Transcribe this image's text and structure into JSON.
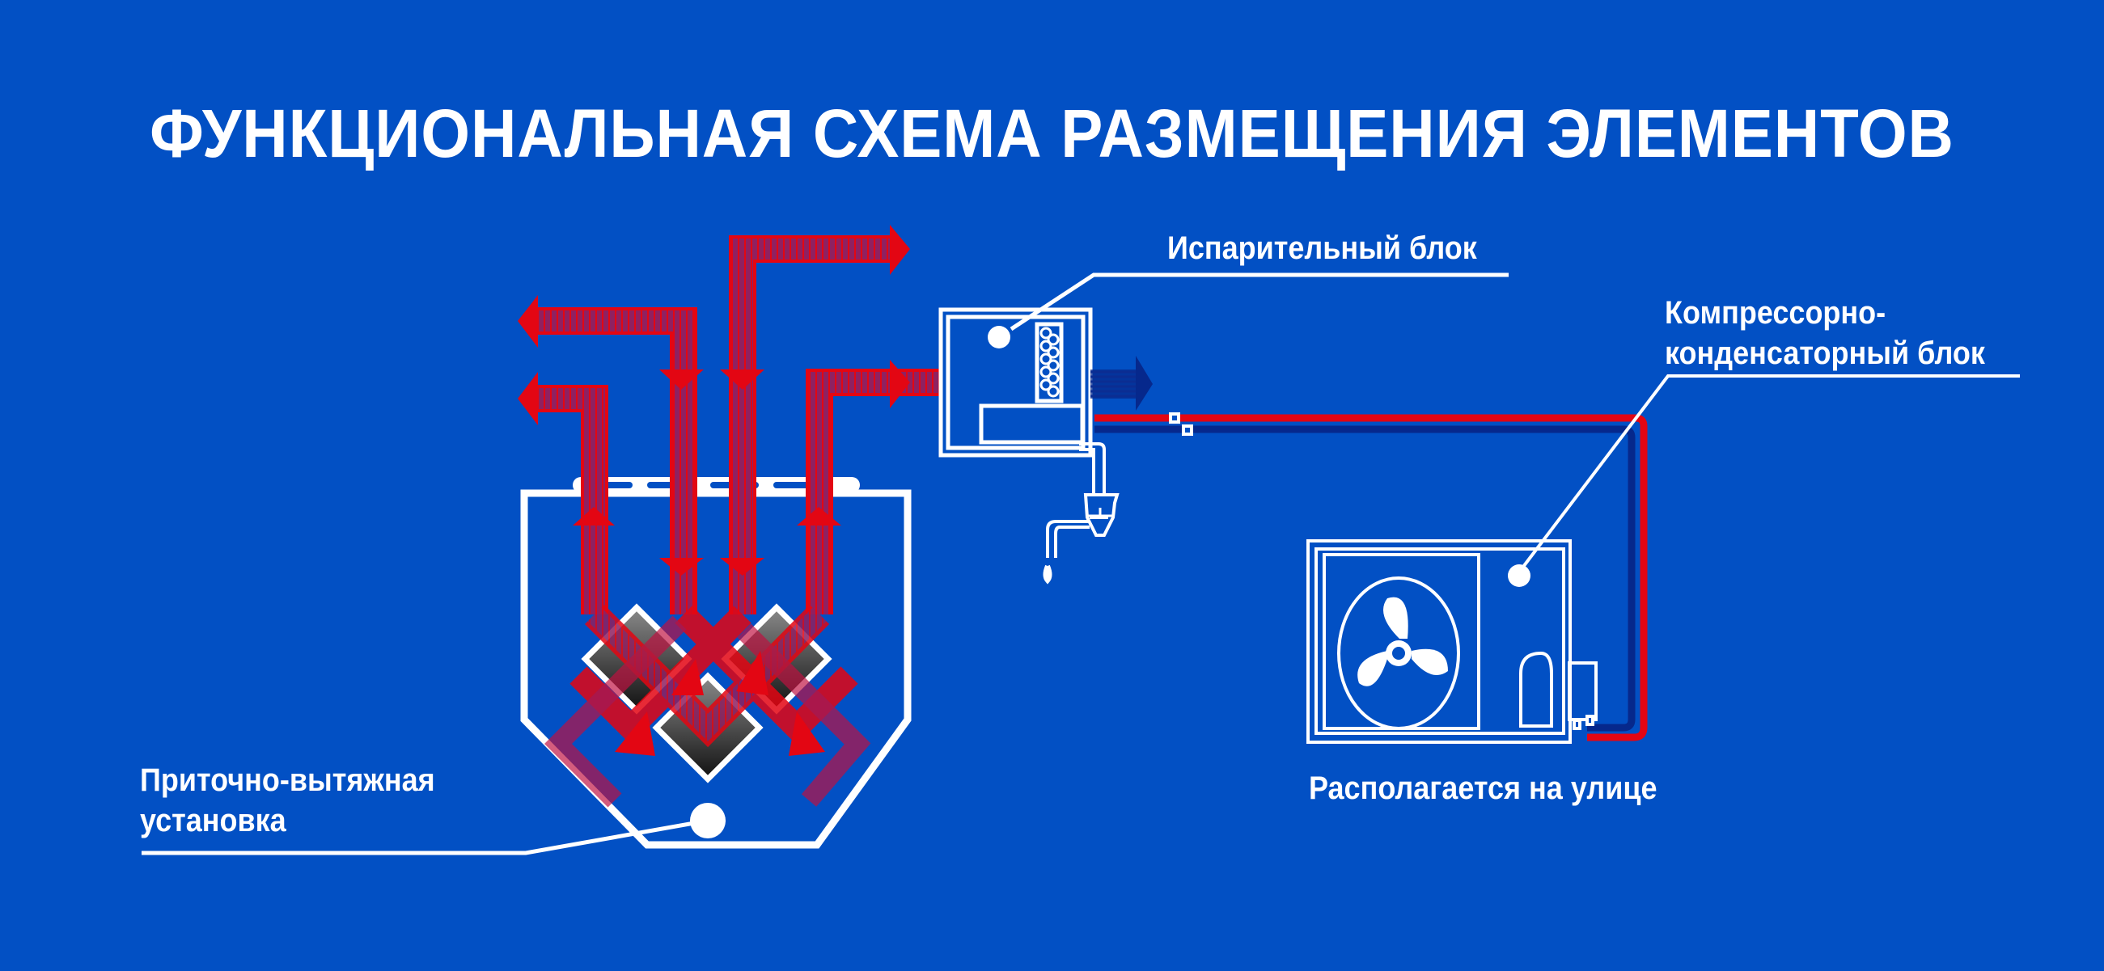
{
  "title": "ФУНКЦИОНАЛЬНАЯ СХЕМА РАЗМЕЩЕНИЯ ЭЛЕМЕНТОВ",
  "colors": {
    "background": "#0250c4",
    "air_flow": "#e30613",
    "air_flow_inner": "#8a2060",
    "cold_pipe": "#06288c",
    "hot_pipe": "#e30613",
    "outline": "#ffffff"
  },
  "labels": {
    "evaporator": "Испарительный блок",
    "condenser_line1": "Компрессорно-",
    "condenser_line2": "конденсаторный блок",
    "ventilation_line1": "Приточно-вытяжная",
    "ventilation_line2": "установка",
    "outdoor_note": "Располагается на улице"
  },
  "components": [
    {
      "id": "ventilation-unit",
      "icon": "heat-recovery-ventilation-unit"
    },
    {
      "id": "evaporator-unit",
      "icon": "evaporator-block"
    },
    {
      "id": "condenser-unit",
      "icon": "outdoor-condenser-with-fan"
    },
    {
      "id": "drain",
      "icon": "condensate-drain-siphon"
    }
  ]
}
